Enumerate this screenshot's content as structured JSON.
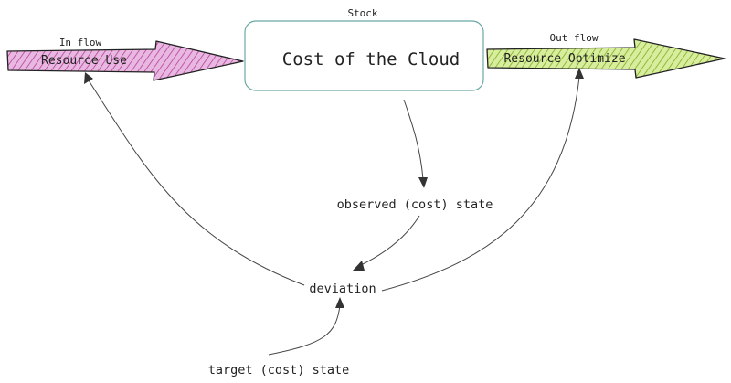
{
  "stock": {
    "caption": "Stock",
    "title": "Cost of the Cloud"
  },
  "inflow": {
    "caption": "In flow",
    "label": "Resource Use",
    "fill_color": "#e9b8e0",
    "hatch_color": "#b3409f"
  },
  "outflow": {
    "caption": "Out flow",
    "label": "Resource Optimize",
    "fill_color": "#d8ee9e",
    "hatch_color": "#7fab22"
  },
  "nodes": {
    "observed": "observed (cost) state",
    "deviation": "deviation",
    "target": "target (cost) state"
  },
  "colors": {
    "stock_border": "#6aa8a4",
    "line": "#444444"
  }
}
